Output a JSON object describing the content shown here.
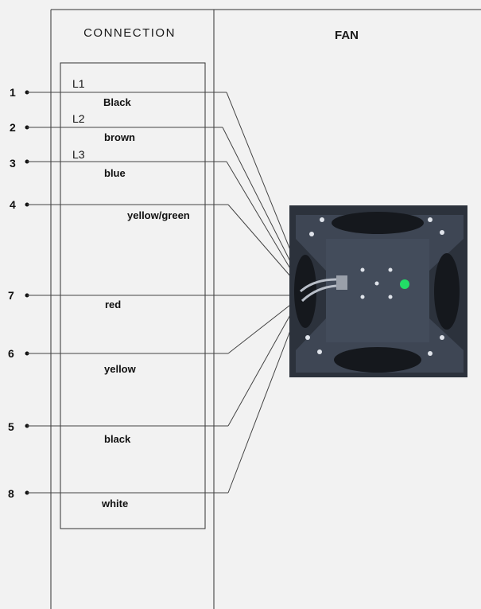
{
  "headers": {
    "connection": "CONNECTION",
    "fan": "FAN"
  },
  "wires": [
    {
      "pin": "1",
      "code": "L1",
      "color": "Black"
    },
    {
      "pin": "2",
      "code": "L2",
      "color": "brown"
    },
    {
      "pin": "3",
      "code": "L3",
      "color": "blue"
    },
    {
      "pin": "4",
      "code": "",
      "color": "yellow/green"
    },
    {
      "pin": "7",
      "code": "",
      "color": "red"
    },
    {
      "pin": "6",
      "code": "",
      "color": "yellow"
    },
    {
      "pin": "5",
      "code": "",
      "color": "black"
    },
    {
      "pin": "8",
      "code": "",
      "color": "white"
    }
  ],
  "fan_photo": {
    "plate_color": "#3a4250",
    "led_color": "#22dd66"
  }
}
